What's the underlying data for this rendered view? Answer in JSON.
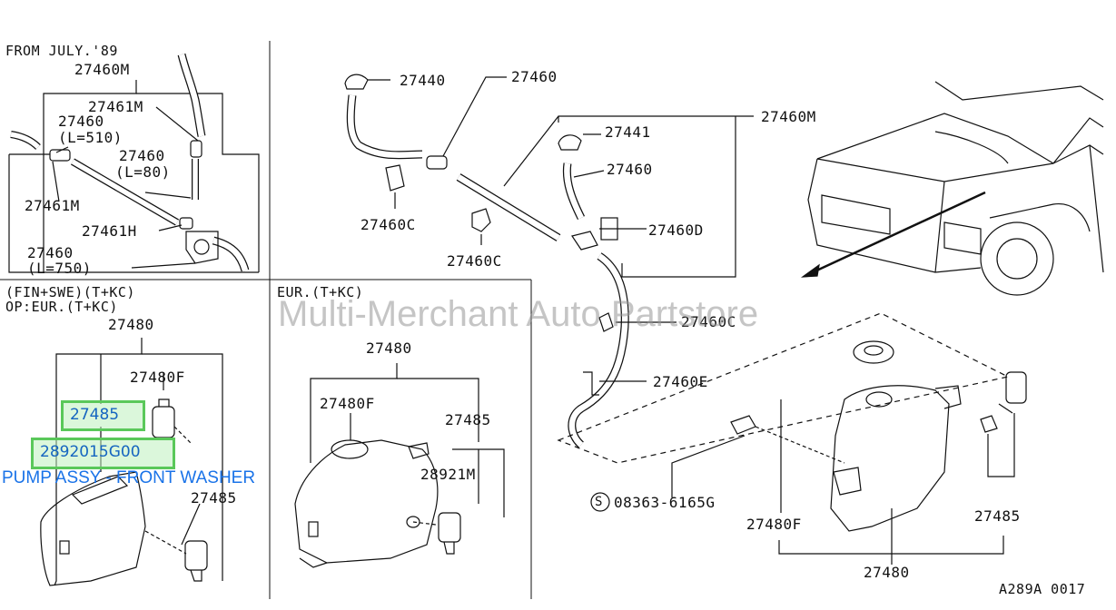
{
  "panels": {
    "top_left": {
      "header": "FROM JULY.'89",
      "labels": [
        "27460M",
        "27461M",
        "27460",
        "(L=510)",
        "27460",
        "(L=80)",
        "27461M",
        "27461H",
        "27460",
        "(L=750)"
      ]
    },
    "bottom_left": {
      "header_line1": "(FIN+SWE)(T+KC)",
      "header_line2": "OP:EUR.(T+KC)",
      "labels": [
        "27480",
        "27480F",
        "27485"
      ],
      "highlight_1": "27485",
      "highlight_2": "2892015G00",
      "pump_label": "PUMP ASSY - FRONT WASHER"
    },
    "bottom_middle": {
      "header": "EUR.(T+KC)",
      "labels": [
        "27480",
        "27480F",
        "27485",
        "28921M"
      ]
    },
    "right": {
      "labels": [
        "27440",
        "27460",
        "27460M",
        "27441",
        "27460",
        "27460C",
        "27460C",
        "27460D",
        "27460C",
        "27460E",
        "08363-6165G",
        "27480F",
        "27485",
        "27480"
      ],
      "screw_symbol": "S"
    }
  },
  "watermark": "Multi-Merchant Auto Partstore",
  "figure_code": "A289A 0017",
  "colors": {
    "line": "#111111",
    "highlight_border": "#5ac85a",
    "highlight_fill": "#bef0be",
    "highlight_text": "#1565c0",
    "pump_label": "#1a73e8",
    "watermark": "#969696"
  }
}
